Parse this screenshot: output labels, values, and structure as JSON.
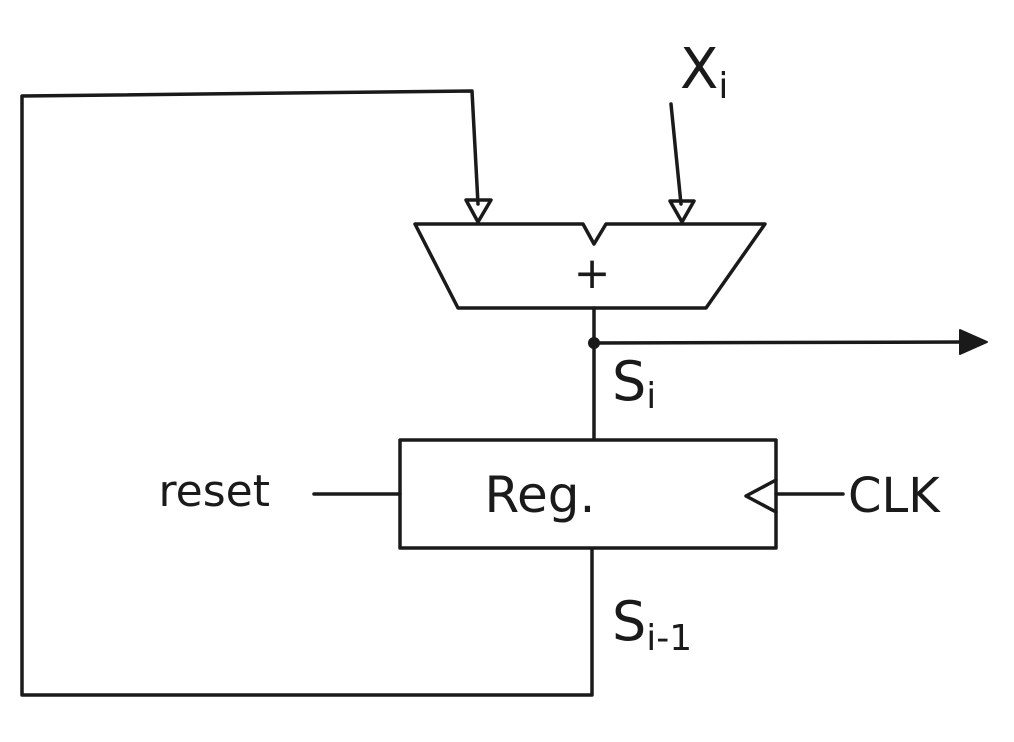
{
  "labels": {
    "input": "X",
    "input_sub": "i",
    "adder": "+",
    "sum": "S",
    "sum_sub": "i",
    "register": "Reg.",
    "reset": "reset",
    "clock": "CLK",
    "prev": "S",
    "prev_sub": "i-1"
  },
  "colors": {
    "ink": "#1a1a1a",
    "paper": "#ffffff"
  }
}
